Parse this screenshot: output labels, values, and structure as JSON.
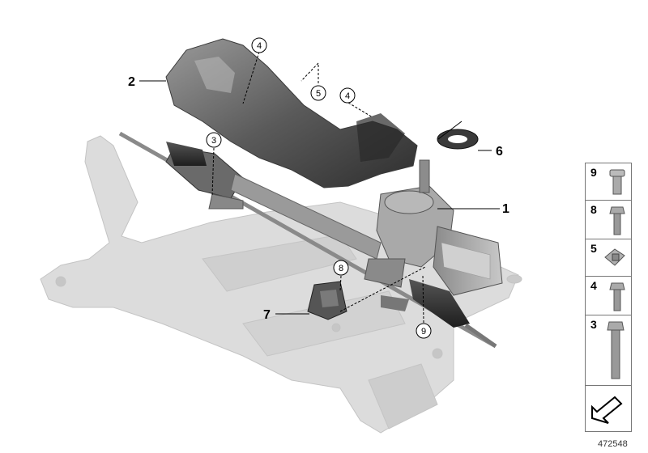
{
  "callouts": {
    "c1": "1",
    "c2": "2",
    "c3": "3",
    "c4a": "4",
    "c4b": "4",
    "c5": "5",
    "c6": "6",
    "c7": "7",
    "c8": "8",
    "c9": "9"
  },
  "legend": [
    {
      "number": "9",
      "icon": "rivet-nut-icon"
    },
    {
      "number": "8",
      "icon": "hex-flange-bolt-icon"
    },
    {
      "number": "5",
      "icon": "clip-nut-icon"
    },
    {
      "number": "4",
      "icon": "hex-bolt-icon"
    },
    {
      "number": "3",
      "icon": "long-hex-bolt-icon"
    }
  ],
  "image_id": "472548",
  "colors": {
    "frame": "#d9d9d9",
    "dark_part": "#4a4a4a",
    "outline": "#777777"
  }
}
